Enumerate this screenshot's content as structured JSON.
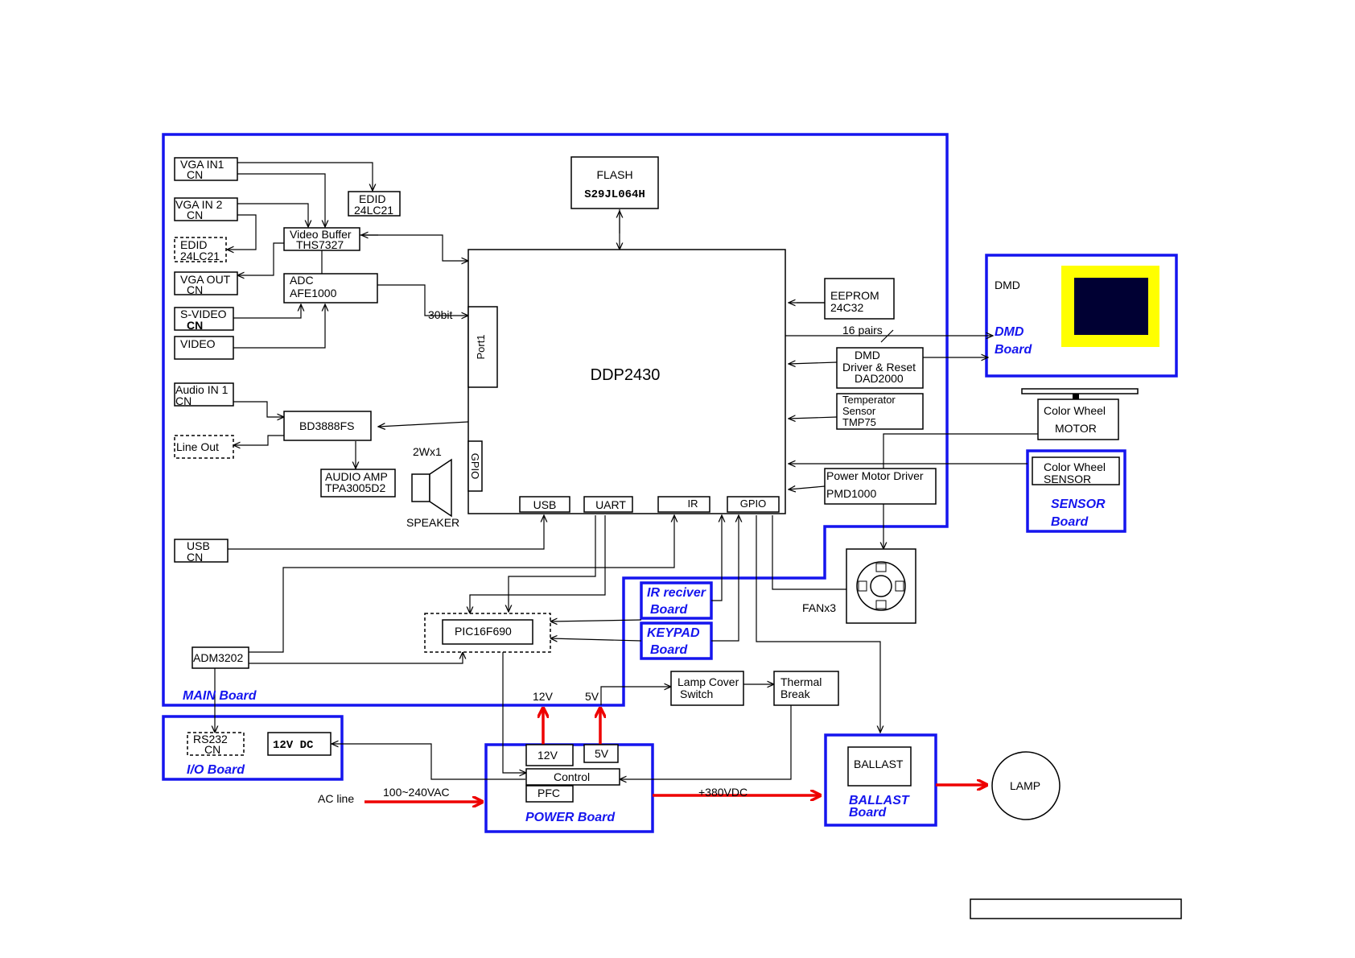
{
  "chip": {
    "main": "DDP2430",
    "port1": "Port1",
    "gpio_left": "GPIO",
    "usb": "USB",
    "uart": "UART",
    "ir": "IR",
    "gpio_bottom": "GPIO"
  },
  "flash": {
    "line1": "FLASH",
    "line2": "S29JL064H"
  },
  "inputs": {
    "vga_in1": [
      "VGA IN1",
      "CN"
    ],
    "vga_in2": [
      "VGA IN 2",
      "CN"
    ],
    "edid_left": [
      "EDID",
      "24LC21"
    ],
    "vga_out": [
      "VGA OUT",
      "CN"
    ],
    "svideo": [
      "S-VIDEO",
      "CN"
    ],
    "video": "VIDEO",
    "audio_in1": [
      "Audio IN 1",
      "CN"
    ],
    "line_out": "Line Out",
    "usb_cn": [
      "USB",
      "CN"
    ]
  },
  "edid_top": [
    "EDID",
    "24LC21"
  ],
  "video_buffer": [
    "Video Buffer",
    "THS7327"
  ],
  "adc": [
    "ADC",
    "AFE1000"
  ],
  "bd": "BD3888FS",
  "audio_amp": [
    "AUDIO AMP",
    "TPA3005D2"
  ],
  "speaker": {
    "label": "SPEAKER",
    "power": "2Wx1"
  },
  "bus_30bit": "30bit",
  "bus_16pairs": "16 pairs",
  "eeprom": [
    "EEPROM",
    "24C32"
  ],
  "dmd_driver": [
    "DMD",
    "Driver & Reset",
    "DAD2000"
  ],
  "temp_sensor": [
    "Temperator",
    "Sensor",
    "TMP75"
  ],
  "pmd": [
    "Power Motor Driver",
    "PMD1000"
  ],
  "pic": "PIC16F690",
  "adm": "ADM3202",
  "ir_board": [
    "IR reciver",
    "Board"
  ],
  "keypad_board": [
    "KEYPAD",
    "Board"
  ],
  "main_board": "MAIN  Board",
  "dmd_board": {
    "label": "DMD",
    "board": [
      "DMD",
      "Board"
    ]
  },
  "color_wheel_motor": [
    "Color Wheel",
    "MOTOR"
  ],
  "color_wheel_sensor": [
    "Color Wheel",
    "SENSOR"
  ],
  "sensor_board": [
    "SENSOR",
    "Board"
  ],
  "fan": "FANx3",
  "io_board": {
    "rs232": [
      "RS232",
      "CN"
    ],
    "dc": "12V  DC",
    "label": "I/O    Board"
  },
  "rails": {
    "v12": "12V",
    "v5": "5V"
  },
  "lamp_cover": [
    "Lamp Cover",
    "Switch"
  ],
  "thermal": [
    "Thermal",
    "Break"
  ],
  "power_board": {
    "v12": "12V",
    "v5": "5V",
    "control": "Control",
    "pfc": "PFC",
    "label": "POWER      Board"
  },
  "ac": {
    "line": "AC line",
    "range": "100~240VAC"
  },
  "hv": "+380VDC",
  "ballast": {
    "box": "BALLAST",
    "label": [
      "BALLAST",
      "Board"
    ]
  },
  "lamp": "LAMP",
  "colors": {
    "board": "#1515ee",
    "power_arrow": "#ee0000",
    "dmd_frame": "#ffff00",
    "dmd_chip": "#000033"
  }
}
